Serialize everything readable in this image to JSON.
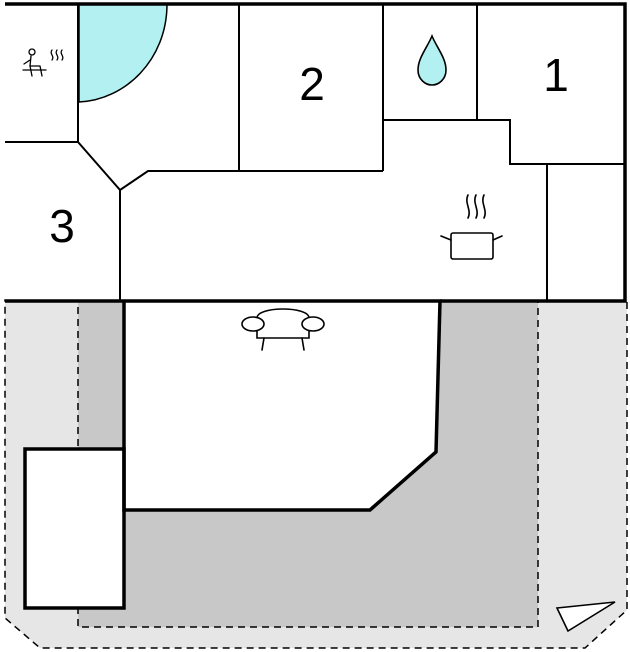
{
  "floorplan": {
    "rooms": [
      {
        "id": "bedroom-1",
        "label": "1"
      },
      {
        "id": "bedroom-2",
        "label": "2"
      },
      {
        "id": "bedroom-3",
        "label": "3"
      }
    ],
    "icons": {
      "sauna": "sauna-icon",
      "bathroom": "water-drop-icon",
      "kitchen": "cooking-pot-icon",
      "living": "sofa-icon",
      "north": "north-arrow-icon",
      "pool": "pool-icon"
    },
    "colors": {
      "wall": "#000000",
      "outer_terrace": "#e6e6e6",
      "inner_terrace": "#c8c8c8",
      "pool": "#b3f0f2",
      "interior": "#ffffff"
    }
  }
}
